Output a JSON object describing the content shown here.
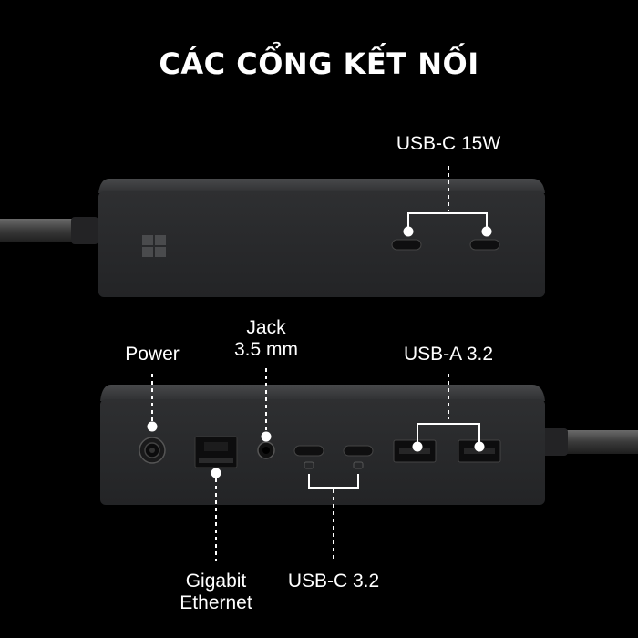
{
  "title": "CÁC CỔNG KẾT NỐI",
  "labels": {
    "usb_c_15w": "USB-C 15W",
    "jack_line1": "Jack",
    "jack_line2": "3.5 mm",
    "power": "Power",
    "usb_a": "USB-A 3.2",
    "gigabit_line1": "Gigabit",
    "gigabit_line2": "Ethernet",
    "usb_c_32": "USB-C 3.2"
  },
  "colors": {
    "background": "#000000",
    "device_body": "#2b2c2e",
    "device_top": "#3a3b3d",
    "port": "#0f0f10",
    "line": "#ffffff",
    "label_text": "#ffffff"
  }
}
